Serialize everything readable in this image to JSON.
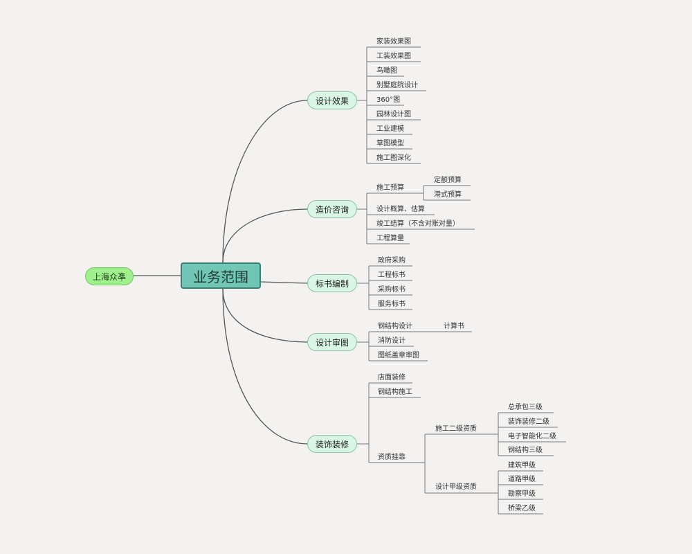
{
  "center": "业务范围",
  "root": "上海众凖",
  "branches": {
    "design_effect": {
      "label": "设计效果",
      "items": [
        "家装效果图",
        "工装效果图",
        "鸟瞰图",
        "别墅庭院设计",
        "360°图",
        "园林设计图",
        "工业建模",
        "草图模型",
        "施工图深化"
      ]
    },
    "cost_consult": {
      "label": "造价咨询",
      "construction_budget": "施工预算",
      "budget_sub": [
        "定额预算",
        "港式预算"
      ],
      "items": [
        "设计概算、估算",
        "竣工结算（不含对账对量）",
        "工程算量"
      ]
    },
    "bid": {
      "label": "标书编制",
      "items": [
        "政府采购",
        "工程标书",
        "采购标书",
        "服务标书"
      ]
    },
    "review": {
      "label": "设计审图",
      "steel": "钢结构设计",
      "calc": "计算书",
      "items": [
        "消防设计",
        "图纸盖章审图"
      ]
    },
    "decoration": {
      "label": "装饰装修",
      "items": [
        "店面装修",
        "钢结构施工"
      ],
      "qualification": "资质挂靠",
      "level2": "施工二级资质",
      "level2_items": [
        "总承包三级",
        "装饰装修二级",
        "电子智能化二级",
        "钢结构三级"
      ],
      "design_a": "设计甲级资质",
      "design_a_items": [
        "建筑甲级",
        "道路甲级",
        "勘察甲级",
        "桥梁乙级"
      ]
    }
  },
  "colors": {
    "center": "#72c6b5",
    "root": "#9ff08d",
    "branch": "#d8f6e3",
    "line": "#555555",
    "background": "#f3f2f1"
  }
}
